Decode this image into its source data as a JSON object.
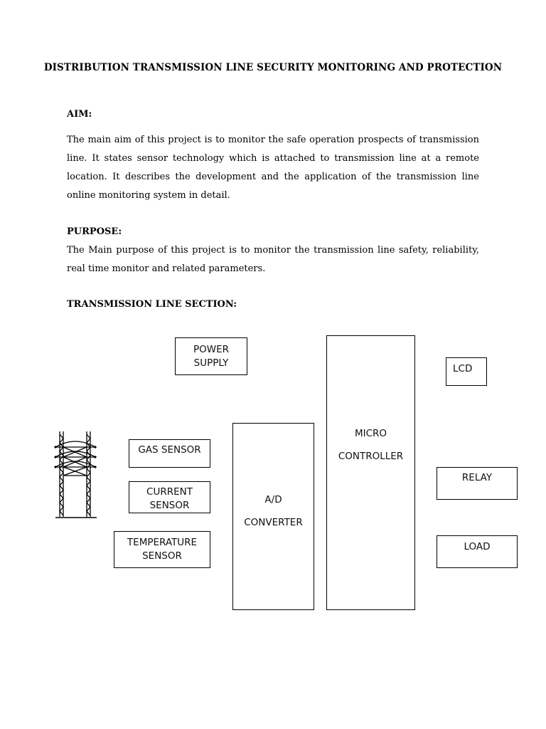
{
  "document": {
    "title": "DISTRIBUTION TRANSMISSION LINE SECURITY MONITORING AND PROTECTION",
    "aim_heading": "AIM:",
    "aim_text": "The main aim of this project is to monitor the safe operation prospects of transmission line. It states sensor technology which is attached to transmission line at a remote location. It describes the development and the application of the transmission line online monitoring system in detail.",
    "purpose_heading": "PURPOSE:",
    "purpose_text": "The Main purpose of this project is to monitor the transmission line safety, reliability, real time monitor and related parameters.",
    "section_heading": "TRANSMISSION LINE SECTION:"
  },
  "diagram": {
    "power_supply": [
      "POWER",
      "SUPPLY"
    ],
    "gas_sensor": "GAS SENSOR",
    "current_sensor": [
      "CURRENT",
      "SENSOR"
    ],
    "temperature_sensor": [
      "TEMPERATURE",
      "SENSOR"
    ],
    "ad_converter": [
      "A/D",
      "CONVERTER"
    ],
    "micro_controller": [
      "MICRO",
      "CONTROLLER"
    ],
    "lcd": "LCD",
    "relay": "RELAY",
    "load": "LOAD",
    "tower_icon": "transmission-tower-icon"
  }
}
